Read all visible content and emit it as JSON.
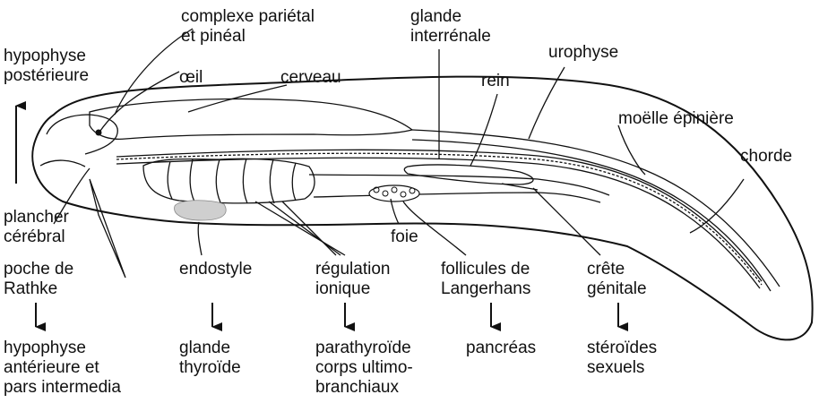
{
  "labels": {
    "complexe_parietal": [
      "complexe pariétal",
      "et pinéal"
    ],
    "hypophyse_posterieure": [
      "hypophyse",
      "postérieure"
    ],
    "oeil": "œil",
    "cerveau": "cerveau",
    "glande_interrenale": [
      "glande",
      "interrénale"
    ],
    "rein": "rein",
    "urophyse": "urophyse",
    "moelle_epiniere": "moëlle épinière",
    "chorde": "chorde",
    "plancher_cerebral": [
      "plancher",
      "cérébral"
    ],
    "poche_de_rathke": [
      "poche de",
      "Rathke"
    ],
    "endostyle": "endostyle",
    "regulation_ionique": [
      "régulation",
      "ionique"
    ],
    "foie": "foie",
    "follicules_langerhans": [
      "follicules de",
      "Langerhans"
    ],
    "crete_genitale": [
      "crête",
      "génitale"
    ]
  },
  "derivatives": {
    "hypophyse_anterieure": [
      "hypophyse",
      "antérieure et",
      "pars intermedia"
    ],
    "glande_thyroide": [
      "glande",
      "thyroïde"
    ],
    "parathyroide": [
      "parathyroïde",
      "corps ultimo-",
      "branchiaux"
    ],
    "pancreas": "pancréas",
    "steroides": [
      "stéroïdes",
      "sexuels"
    ]
  }
}
